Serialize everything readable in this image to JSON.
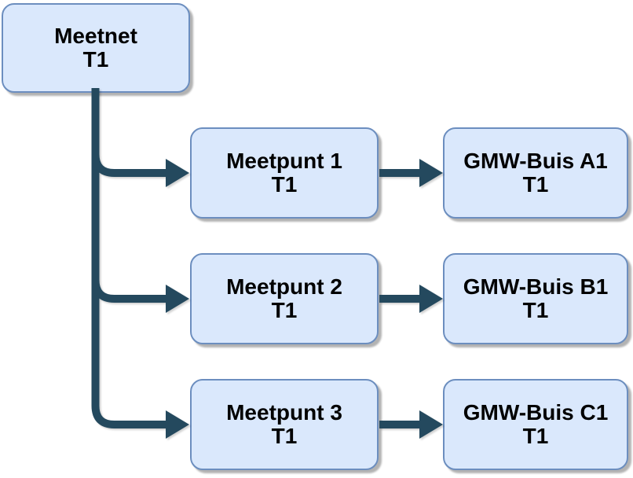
{
  "diagram": {
    "nodes": {
      "meetnet": {
        "title": "Meetnet",
        "subtitle": "T1"
      },
      "meetpunt1": {
        "title": "Meetpunt 1",
        "subtitle": "T1"
      },
      "meetpunt2": {
        "title": "Meetpunt 2",
        "subtitle": "T1"
      },
      "meetpunt3": {
        "title": "Meetpunt 3",
        "subtitle": "T1"
      },
      "gmw_a1": {
        "title": "GMW-Buis A1",
        "subtitle": "T1"
      },
      "gmw_b1": {
        "title": "GMW-Buis B1",
        "subtitle": "T1"
      },
      "gmw_c1": {
        "title": "GMW-Buis C1",
        "subtitle": "T1"
      }
    },
    "edges": [
      {
        "from": "meetnet",
        "to": "meetpunt1"
      },
      {
        "from": "meetnet",
        "to": "meetpunt2"
      },
      {
        "from": "meetnet",
        "to": "meetpunt3"
      },
      {
        "from": "meetpunt1",
        "to": "gmw_a1"
      },
      {
        "from": "meetpunt2",
        "to": "gmw_b1"
      },
      {
        "from": "meetpunt3",
        "to": "gmw_c1"
      }
    ],
    "colors": {
      "background": "#ffffff",
      "node_fill": "#dae8fc",
      "node_border": "#6c8ebf",
      "connector": "#24495e",
      "text": "#000000"
    }
  }
}
